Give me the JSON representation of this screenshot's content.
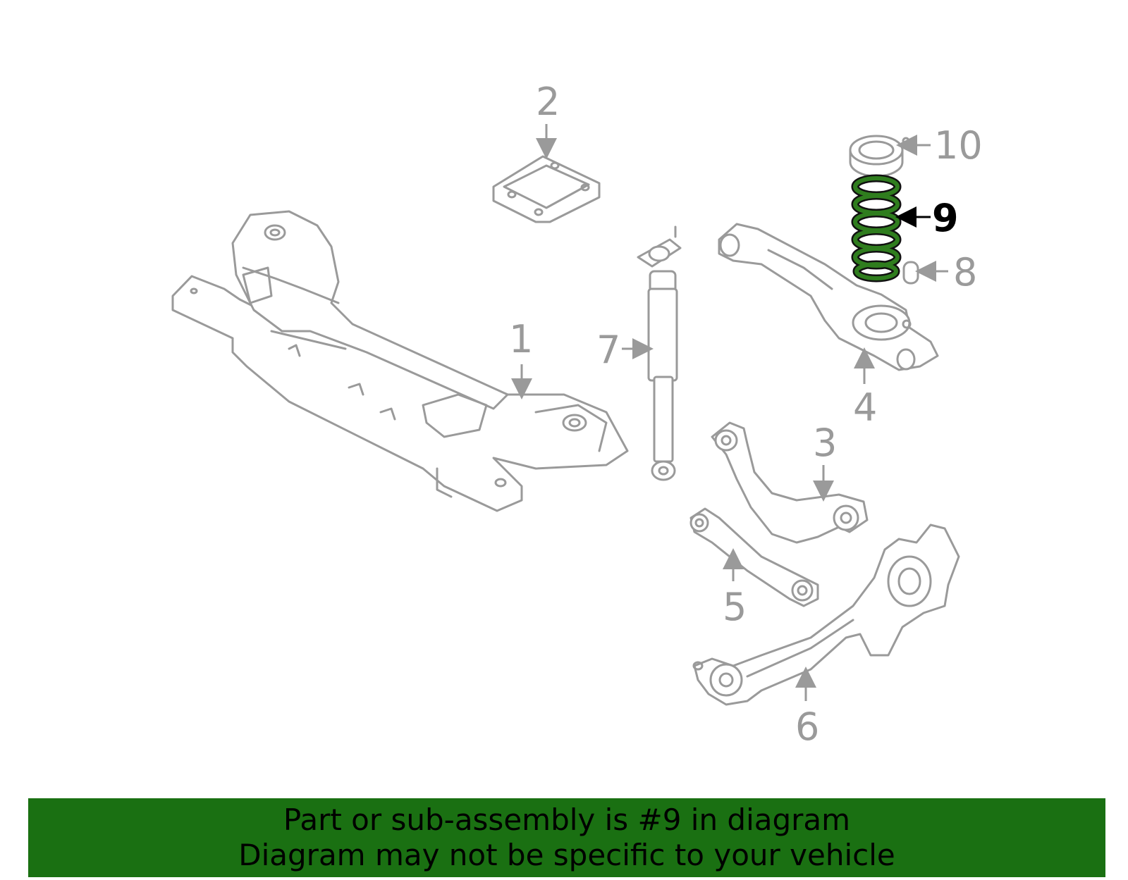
{
  "callouts": {
    "c1": "1",
    "c2": "2",
    "c3": "3",
    "c4": "4",
    "c5": "5",
    "c6": "6",
    "c7": "7",
    "c8": "8",
    "c9": "9",
    "c10": "10"
  },
  "highlighted_part": "9",
  "colors": {
    "line_art": "#9a9a9a",
    "highlight_fill": "#2f7d1e",
    "banner_bg": "#1a7012",
    "banner_text": "#000000"
  },
  "banner": {
    "line1": "Part or sub-assembly is #9 in diagram",
    "line2": "Diagram may not be specific to your vehicle"
  }
}
